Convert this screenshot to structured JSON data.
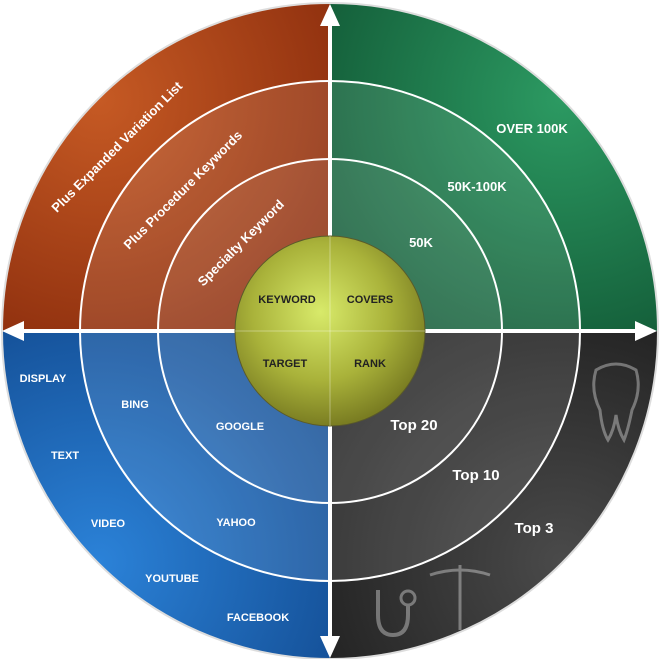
{
  "center": {
    "keyword": "KEYWORD",
    "covers": "COVERS",
    "target": "TARGET",
    "rank": "RANK"
  },
  "keyword_quadrant": {
    "color": "#b5441a",
    "rings": [
      "Specialty Keyword",
      "Plus Procedure Keywords",
      "Plus Expanded Variation List"
    ]
  },
  "covers_quadrant": {
    "color": "#1f8a55",
    "rings": [
      "50K",
      "50K-100K",
      "OVER 100K"
    ]
  },
  "target_quadrant": {
    "color": "#1e6fc4",
    "items": [
      "GOOGLE",
      "BING",
      "YAHOO",
      "DISPLAY",
      "TEXT",
      "VIDEO",
      "YOUTUBE",
      "FACEBOOK"
    ]
  },
  "rank_quadrant": {
    "color": "#3a3a3a",
    "rings": [
      "Top 20",
      "Top 10",
      "Top 3"
    ]
  }
}
